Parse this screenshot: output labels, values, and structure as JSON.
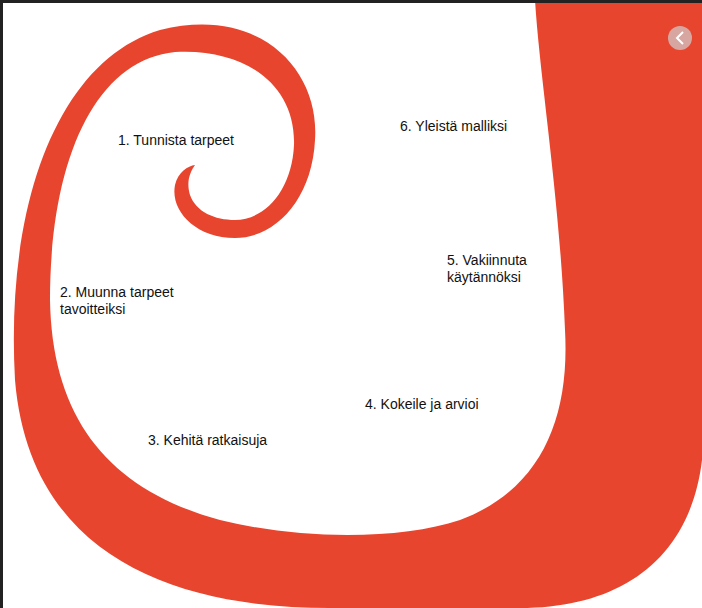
{
  "diagram": {
    "labels": [
      "1. Tunnista tarpeet",
      "2. Muunna tarpeet tavoitteiksi",
      "3. Kehitä ratkaisuja",
      "4. Kokeile ja arvioi",
      "5. Vakiinnuta käytännöksi",
      "6. Yleistä malliksi"
    ]
  }
}
